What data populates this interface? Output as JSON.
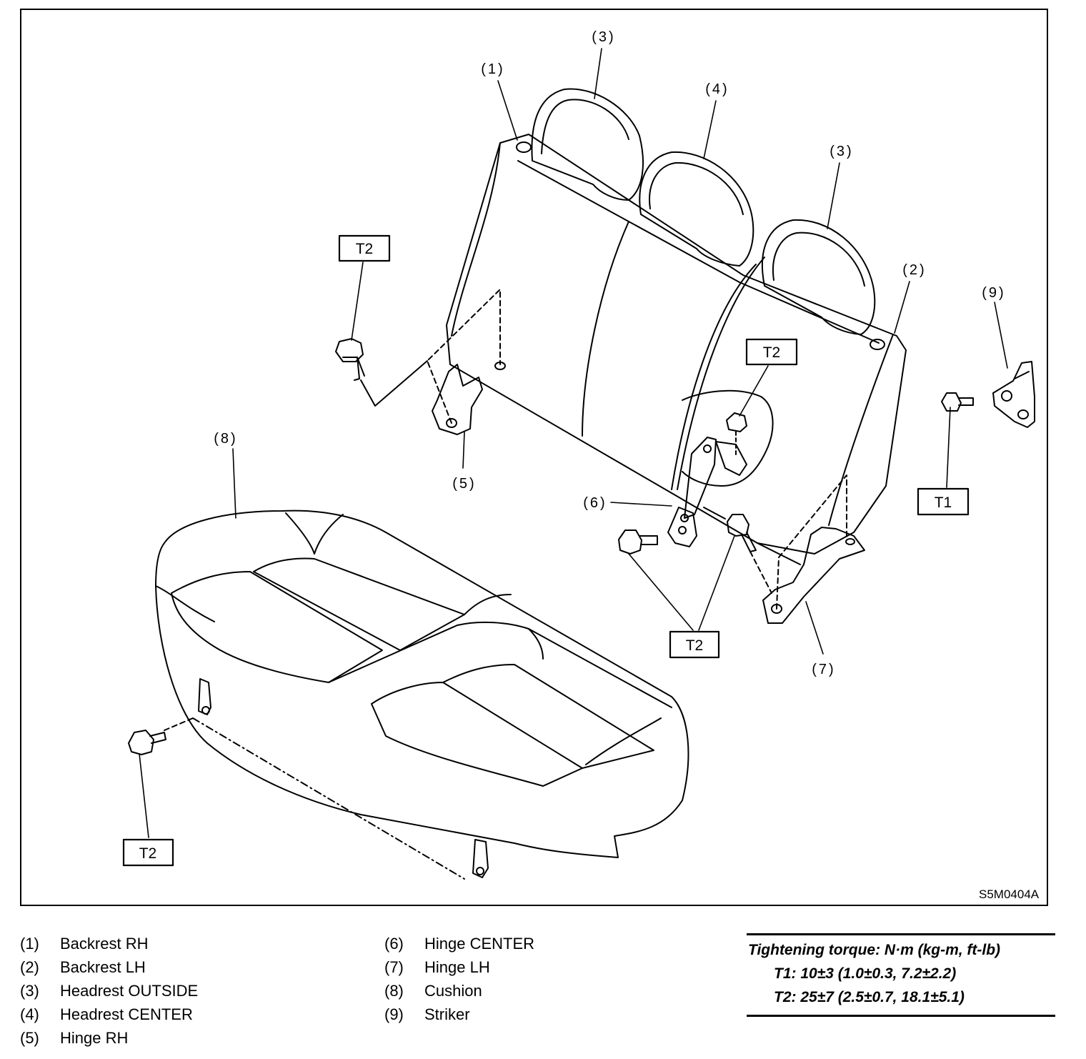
{
  "diagram": {
    "code": "S5M0404A",
    "callouts": {
      "c1": "(1)",
      "c2": "(2)",
      "c3a": "(3)",
      "c3b": "(3)",
      "c4": "(4)",
      "c5": "(5)",
      "c6": "(6)",
      "c7": "(7)",
      "c8": "(8)",
      "c9": "(9)"
    },
    "torque_tags": {
      "t_a": "T2",
      "t_b": "T2",
      "t_c": "T2",
      "t_d": "T2",
      "t_e": "T1"
    }
  },
  "legend": {
    "left": [
      {
        "num": "(1)",
        "label": "Backrest RH"
      },
      {
        "num": "(2)",
        "label": "Backrest LH"
      },
      {
        "num": "(3)",
        "label": "Headrest OUTSIDE"
      },
      {
        "num": "(4)",
        "label": "Headrest CENTER"
      },
      {
        "num": "(5)",
        "label": "Hinge RH"
      }
    ],
    "right": [
      {
        "num": "(6)",
        "label": "Hinge CENTER"
      },
      {
        "num": "(7)",
        "label": "Hinge LH"
      },
      {
        "num": "(8)",
        "label": "Cushion"
      },
      {
        "num": "(9)",
        "label": "Striker"
      }
    ]
  },
  "torque_table": {
    "header": "Tightening torque: N·m (kg-m, ft-lb)",
    "t1": "T1: 10±3 (1.0±0.3, 7.2±2.2)",
    "t2": "T2: 25±7 (2.5±0.7, 18.1±5.1)"
  }
}
